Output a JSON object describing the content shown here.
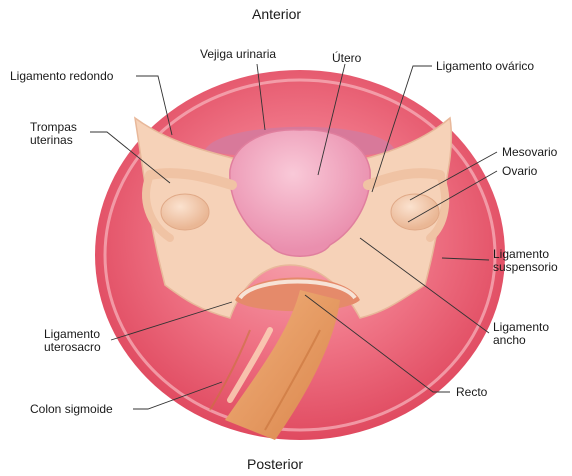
{
  "orientation": {
    "top": "Anterior",
    "bottom": "Posterior"
  },
  "labels": {
    "ligamento_redondo": "Ligamento redondo",
    "vejiga_urinaria": "Vejiga urinaria",
    "utero": "Útero",
    "ligamento_ovarico": "Ligamento ovárico",
    "trompas_uterinas": "Trompas\nuterinas",
    "mesovario": "Mesovario",
    "ovario": "Ovario",
    "ligamento_suspensorio": "Ligamento\nsuspensorio",
    "ligamento_ancho": "Ligamento\nancho",
    "ligamento_uterosacro": "Ligamento\nuterosacro",
    "recto": "Recto",
    "colon_sigmoide": "Colon sigmoide"
  },
  "colors": {
    "outer_tissue": "#e8546a",
    "ligament": "#f6d2b8",
    "uterus": "#f3a3bb",
    "bladder": "#d97a94",
    "colon": "#e8a26a",
    "leader_line": "#333333"
  }
}
